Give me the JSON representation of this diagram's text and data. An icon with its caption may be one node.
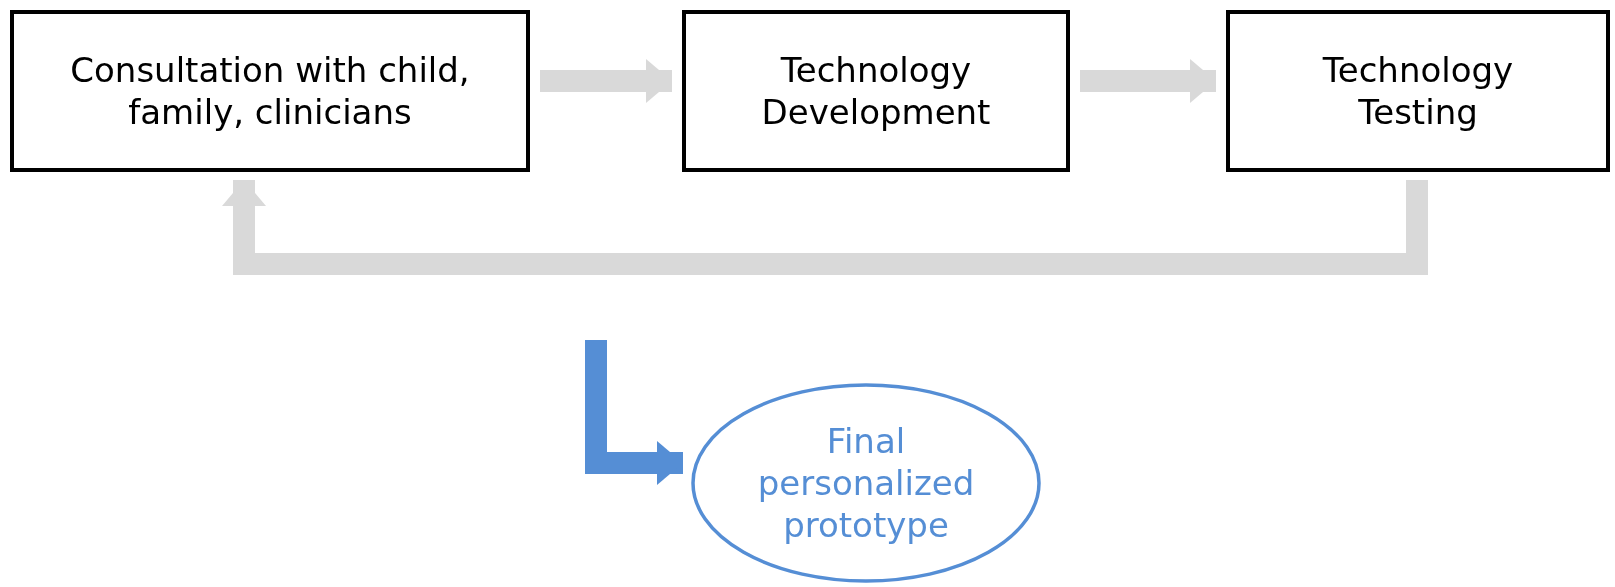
{
  "diagram": {
    "nodes": [
      {
        "text": [
          "Consultation with child, family, clinicians"
        ]
      },
      {
        "text": [
          "Technology Development"
        ]
      },
      {
        "text": [
          "Technology Testing"
        ]
      },
      {
        "text": [
          "Final personalized prototype"
        ]
      }
    ],
    "edges": [
      {
        "from": 0,
        "to": 1,
        "arrow": "to"
      },
      {
        "from": 1,
        "to": 2,
        "arrow": "to"
      },
      {
        "from": 2,
        "to": 0,
        "arrow": "to"
      },
      {
        "from": null,
        "to": 3,
        "arrow": "to",
        "color": "#558ed5"
      }
    ]
  }
}
